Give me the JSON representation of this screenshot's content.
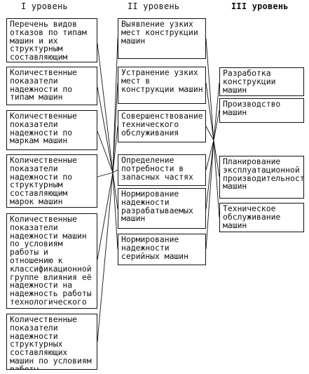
{
  "headers": {
    "level1": "I уровень",
    "level2": "II уровень",
    "level3": "III уровень"
  },
  "level1": [
    "Перечень видов отказов по типам машин и их структурным составляющим",
    "Количественные показатели надежности по типам машин",
    "Количественные показатели надежности по маркам машин",
    "Количественные показатели надежности по структурным составляющим марок машин",
    "Количественные показатели надежности машин по условиям работы и отношению к классификационной группе влияния её надежности на надежность работы технологического потока",
    "Количественные показатели надежности структурных составляющих машин по условиям работы"
  ],
  "level2": [
    "Выявление узких мест конструкции машин",
    "Устранение узких мест в конструкции машин",
    "Совершенствование технического обслуживания",
    "Определение потребности в запасных частях",
    "Нормирование надежности разрабатываемых машин",
    "Нормирование надежности серийных машин"
  ],
  "level3": [
    "Разработка конструкции машин",
    "Производство машин",
    "Планирование эксплуатационной производительности машин",
    "Техническое обслуживание машин"
  ]
}
